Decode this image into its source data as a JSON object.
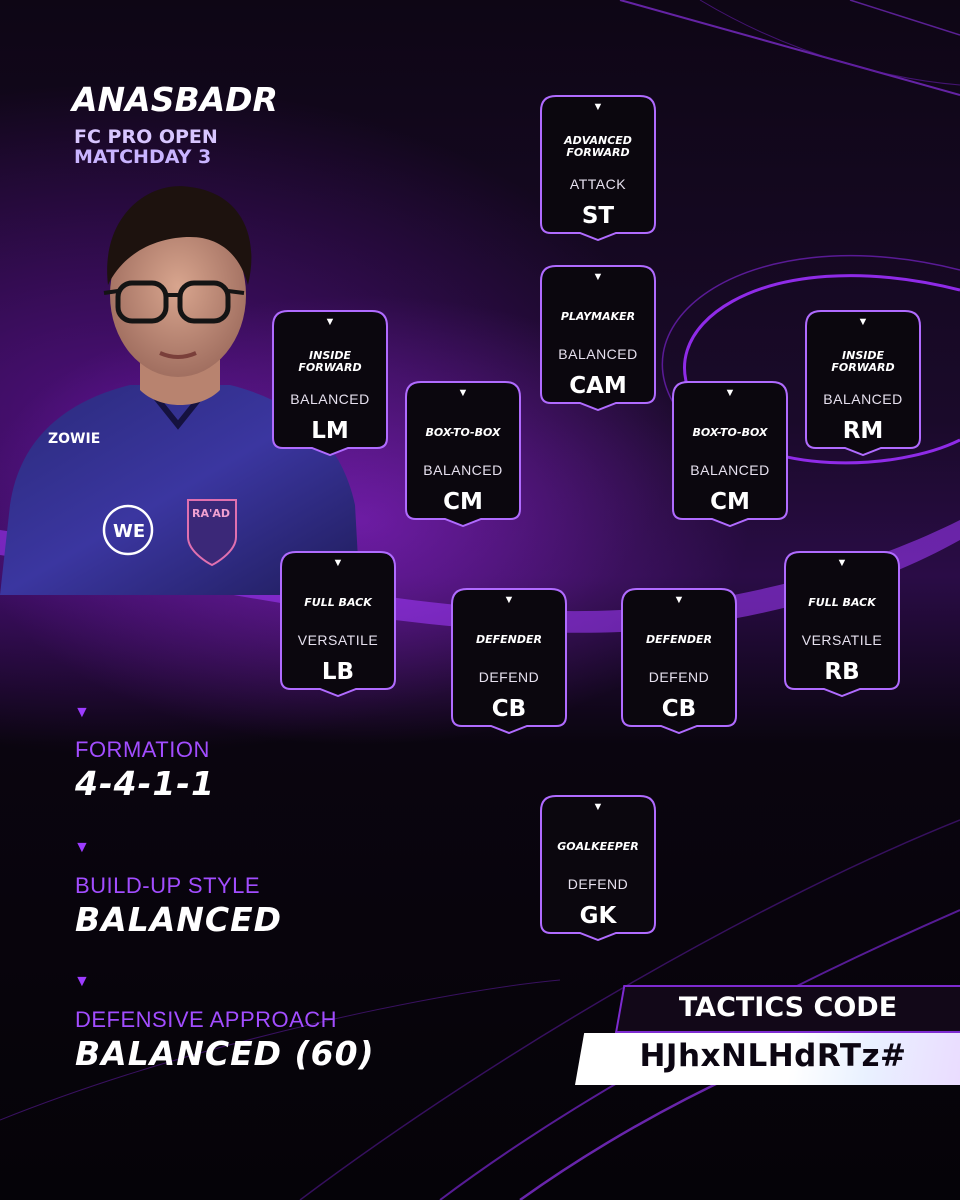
{
  "header": {
    "player_name": "ANASBADR",
    "event": "FC PRO OPEN",
    "matchday": "MATCHDAY 3"
  },
  "photo": {
    "jersey_sponsor_left": "ZOWIE",
    "jersey_sponsor_center": "WE",
    "club_badge": "RA'AD"
  },
  "cards": {
    "st": {
      "role_line1": "ADVANCED",
      "role_line2": "FORWARD",
      "focus": "ATTACK",
      "position": "ST"
    },
    "cam": {
      "role_line1": "PLAYMAKER",
      "role_line2": "",
      "focus": "BALANCED",
      "position": "CAM"
    },
    "lm": {
      "role_line1": "INSIDE",
      "role_line2": "FORWARD",
      "focus": "BALANCED",
      "position": "LM"
    },
    "rm": {
      "role_line1": "INSIDE",
      "role_line2": "FORWARD",
      "focus": "BALANCED",
      "position": "RM"
    },
    "lcm": {
      "role_line1": "BOX-TO-BOX",
      "role_line2": "",
      "focus": "BALANCED",
      "position": "CM"
    },
    "rcm": {
      "role_line1": "BOX-TO-BOX",
      "role_line2": "",
      "focus": "BALANCED",
      "position": "CM"
    },
    "lb": {
      "role_line1": "FULL BACK",
      "role_line2": "",
      "focus": "VERSATILE",
      "position": "LB"
    },
    "lcb": {
      "role_line1": "DEFENDER",
      "role_line2": "",
      "focus": "DEFEND",
      "position": "CB"
    },
    "rcb": {
      "role_line1": "DEFENDER",
      "role_line2": "",
      "focus": "DEFEND",
      "position": "CB"
    },
    "rb": {
      "role_line1": "FULL BACK",
      "role_line2": "",
      "focus": "VERSATILE",
      "position": "RB"
    },
    "gk": {
      "role_line1": "GOALKEEPER",
      "role_line2": "",
      "focus": "DEFEND",
      "position": "GK"
    }
  },
  "tactics": {
    "formation_label": "FORMATION",
    "formation_value": "4-4-1-1",
    "buildup_label": "BUILD-UP STYLE",
    "buildup_value": "BALANCED",
    "defensive_label": "DEFENSIVE APPROACH",
    "defensive_value": "BALANCED (60)"
  },
  "code": {
    "title": "TACTICS CODE",
    "value": "HJhxNLHdRTz#"
  },
  "colors": {
    "accent": "#9d3cff",
    "card_border": "#b06bff",
    "background": "#07040c"
  }
}
